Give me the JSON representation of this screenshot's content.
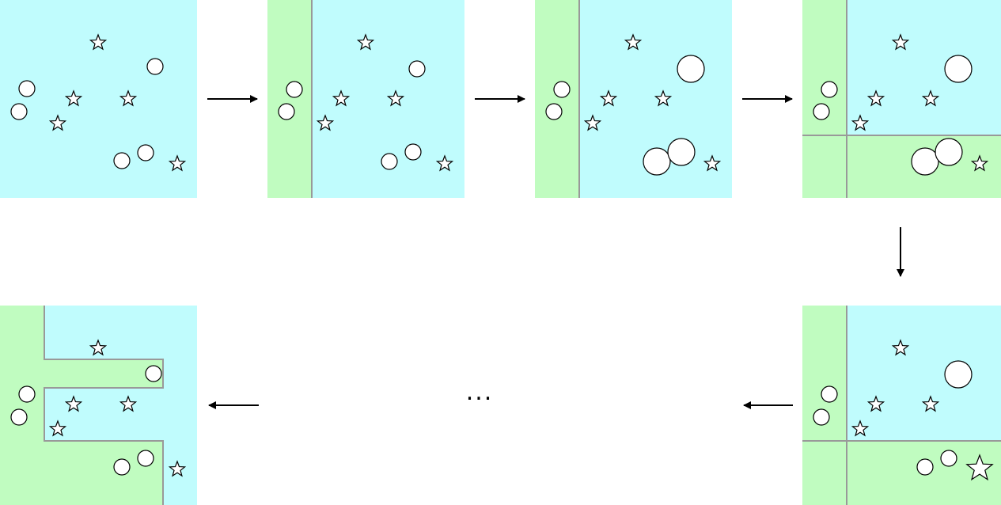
{
  "colors": {
    "blue_region": "#c0fcfd",
    "green_region": "#c0fcc0",
    "boundary_line": "#999999",
    "marker_fill": "#ffffff",
    "marker_stroke": "#000000",
    "arrow": "#000000"
  },
  "diagram": {
    "ellipsis": "...",
    "panel_count": 6,
    "flow": [
      "right",
      "right",
      "right",
      "down",
      "left",
      "left"
    ]
  }
}
